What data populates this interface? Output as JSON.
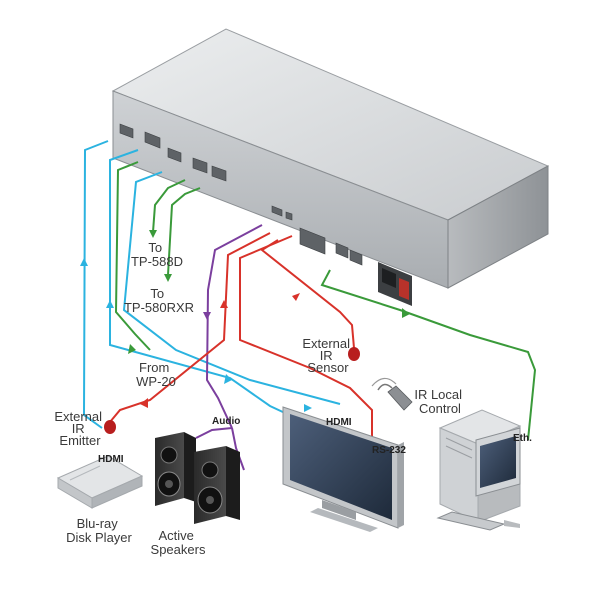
{
  "labels": {
    "to_tp588d": [
      "To",
      "TP-588D"
    ],
    "to_tp580rxr": [
      "To",
      "TP-580RXR"
    ],
    "from_wp20": [
      "From",
      "WP-20"
    ],
    "external_ir_sensor": [
      "External",
      "IR",
      "Sensor"
    ],
    "ir_local_control": [
      "IR Local",
      "Control"
    ],
    "external_ir_emitter": [
      "External",
      "IR",
      "Emitter"
    ],
    "hdmi_player": "HDMI",
    "hdmi_display": "HDMI",
    "audio": "Audio",
    "rs232": "RS-232",
    "eth": "Eth.",
    "bluray": [
      "Blu-ray",
      "Disk Player"
    ],
    "speakers": [
      "Active",
      "Speakers"
    ]
  },
  "colors": {
    "hdmi_cable": "#2bb3e0",
    "twisted_pair_cable": "#3a9a3a",
    "audio_cable": "#7b3f9e",
    "ir_rs232_cable": "#d8322a",
    "device_body": "#d9dbdd",
    "device_dark": "#6f7377"
  }
}
